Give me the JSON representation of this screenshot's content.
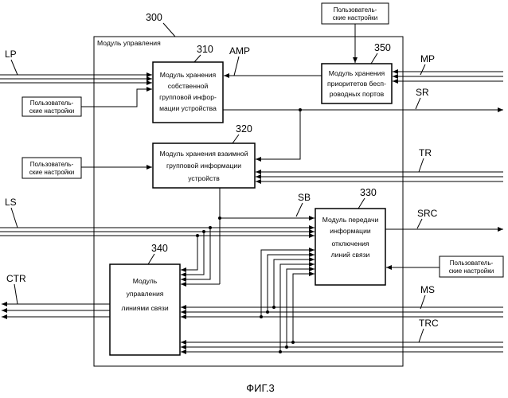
{
  "control_module": {
    "number": "300",
    "title": "Модуль управления"
  },
  "blocks": {
    "b310": {
      "number": "310",
      "lines": [
        "Модуль хранения",
        "собственной",
        "групповой инфор-",
        "мации устройства"
      ]
    },
    "b320": {
      "number": "320",
      "lines": [
        "Модуль хранения взаимной",
        "групповой информации",
        "устройств"
      ]
    },
    "b330": {
      "number": "330",
      "lines": [
        "Модуль передачи",
        "информации",
        "отключения",
        "линий связи"
      ]
    },
    "b340": {
      "number": "340",
      "lines": [
        "Модуль",
        "управления",
        "линиями связи"
      ]
    },
    "b350": {
      "number": "350",
      "lines": [
        "Модуль хранения",
        "приоритетов бесп-",
        "роводных портов"
      ]
    }
  },
  "user_settings": {
    "lines": [
      "Пользователь-",
      "ские настройки"
    ]
  },
  "signals": {
    "LP": "LP",
    "AMP": "AMP",
    "MP": "MP",
    "SR": "SR",
    "TR": "TR",
    "LS": "LS",
    "SB": "SB",
    "SRC": "SRC",
    "CTR": "CTR",
    "MS": "MS",
    "TRC": "TRC"
  },
  "caption": "ФИГ.3"
}
